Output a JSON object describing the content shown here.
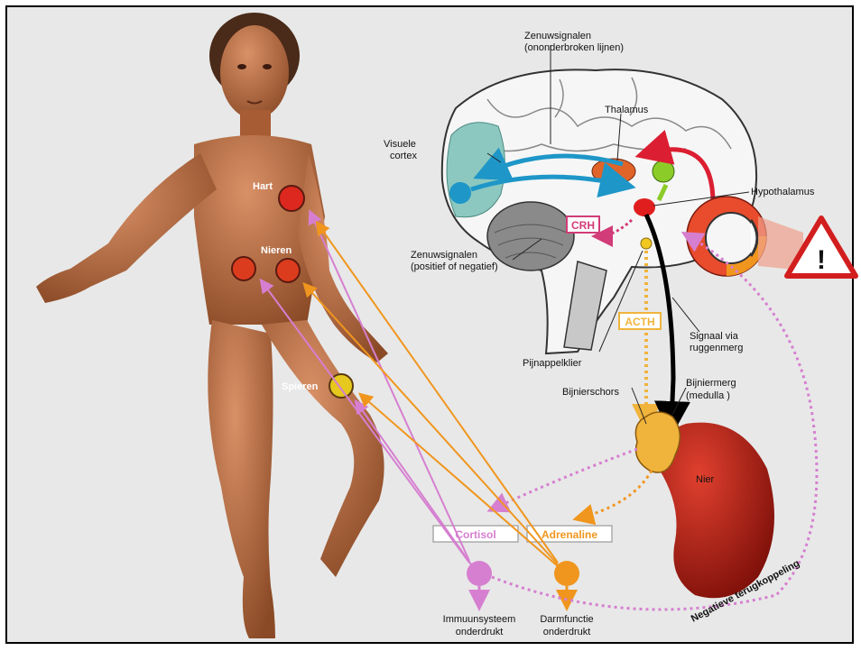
{
  "labels": {
    "hart": "Hart",
    "nieren": "Nieren",
    "spieren": "Spieren",
    "zenuwsignalen_top_1": "Zenuwsignalen",
    "zenuwsignalen_top_2": "(ononderbroken lijnen)",
    "visuele_1": "Visuele",
    "visuele_2": "cortex",
    "thalamus": "Thalamus",
    "hypothalamus": "Hypothalamus",
    "crh": "CRH",
    "zenuw_pn_1": "Zenuwsignalen",
    "zenuw_pn_2": "(positief of negatief)",
    "acth": "ACTH",
    "signaal_1": "Signaal via",
    "signaal_2": "ruggenmerg",
    "pijnappelklier": "Pijnappelklier",
    "bijnierschors": "Bijnierschors",
    "bijniermerg_1": "Bijniermerg",
    "bijniermerg_2": "(medulla )",
    "nier": "Nier",
    "cortisol": "Cortisol",
    "adrenaline": "Adrenaline",
    "immuun_1": "Immuunsysteem",
    "immuun_2": "onderdrukt",
    "darm_1": "Darmfunctie",
    "darm_2": "onderdrukt",
    "negatief": "Negatieve terugkoppeling",
    "warning_symbol": "!"
  },
  "colors": {
    "cortisol": "#d67fd0",
    "adrenaline": "#f0961e",
    "acth": "#f0b43c",
    "crh": "#d23c78",
    "visual_blue": "#1e96c8",
    "red_arrow": "#dc1e32",
    "skin": "#b5673c",
    "kidney": "#b41e14",
    "warning": "#d21e1e"
  },
  "icons": {
    "warning": "warning-triangle-icon"
  }
}
